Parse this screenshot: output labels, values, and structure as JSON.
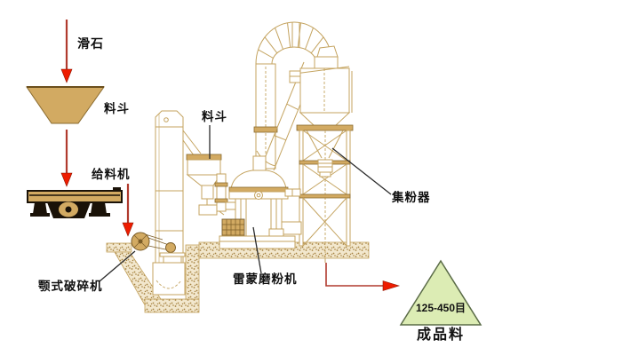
{
  "diagram": {
    "labels": {
      "material_in": "滑石",
      "hopper1": "料斗",
      "feeder": "给料机",
      "jaw_crusher": "颚式破碎机",
      "hopper2": "料斗",
      "raymond_mill": "雷蒙磨粉机",
      "powder_collector": "集粉器",
      "mesh_range": "125-450目",
      "finished_product": "成品料"
    }
  },
  "colors": {
    "line-tan": "#c4a35f",
    "fill-tan": "#d2aa62",
    "stipple-bg": "#f2e7cd",
    "stipple-dot": "#a5813f",
    "arrow-line": "#b03a2e",
    "arrow-red": "#ee1c00",
    "triangle-green": "#dcecb4",
    "label-color": "#111111"
  }
}
